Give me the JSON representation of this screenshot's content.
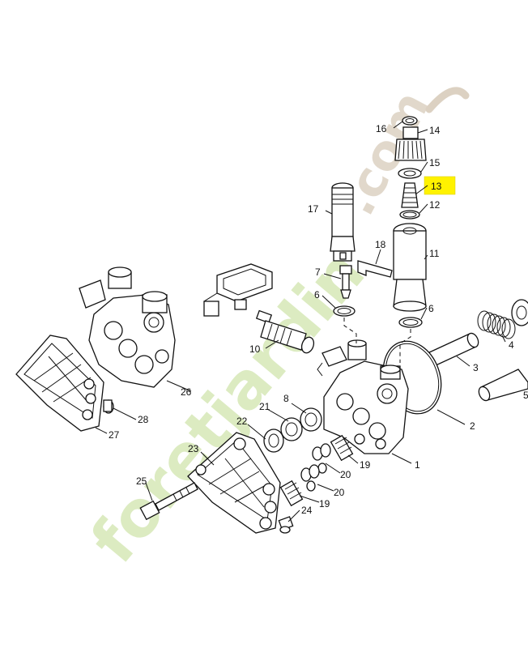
{
  "diagram": {
    "highlight_color": "#fff200",
    "highlighted_part": "13",
    "watermark": {
      "text_main": "foretjardin",
      "text_tld": ".com",
      "color_green": "#d6e8b6",
      "color_orange": "#f6d2a4",
      "color_tan": "#dcd1c2"
    },
    "labels": {
      "p1": "1",
      "p2": "2",
      "p3": "3",
      "p4": "4",
      "p5": "5",
      "p6a": "6",
      "p6b": "6",
      "p7": "7",
      "p8": "8",
      "p10": "10",
      "p11": "11",
      "p12": "12",
      "p13": "13",
      "p14": "14",
      "p15": "15",
      "p16": "16",
      "p17": "17",
      "p18": "18",
      "p19a": "19",
      "p19b": "19",
      "p20a": "20",
      "p20b": "20",
      "p21": "21",
      "p22": "22",
      "p23": "23",
      "p24": "24",
      "p25": "25",
      "p26": "26",
      "p27": "27",
      "p28": "28"
    }
  }
}
